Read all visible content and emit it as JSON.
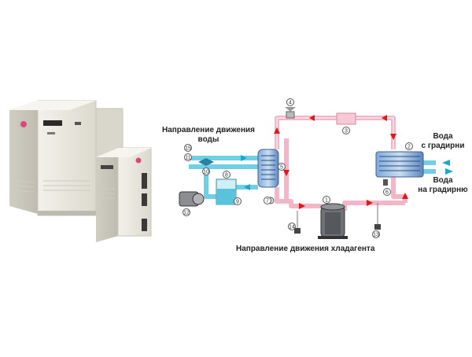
{
  "labels": {
    "water_direction_line1": "Направление движения",
    "water_direction_line2": "воды",
    "water_from_tower_line1": "Вода",
    "water_from_tower_line2": "с градирни",
    "water_to_tower_line1": "Вода",
    "water_to_tower_line2": "на градирню",
    "refrigerant_direction": "Направление движения хладагента"
  },
  "component_numbers": [
    "1",
    "2",
    "3",
    "4",
    "5",
    "6",
    "7",
    "8",
    "9",
    "10",
    "11",
    "12",
    "13",
    "14",
    "15"
  ],
  "colors": {
    "refrigerant_pipe": "#f2b6c8",
    "refrigerant_arrow": "#e01818",
    "water_pipe": "#6fd0e3",
    "water_arrow": "#19a9c9",
    "cabinet_body": "#e9e7df",
    "brand_logo": "#d94a7a"
  }
}
